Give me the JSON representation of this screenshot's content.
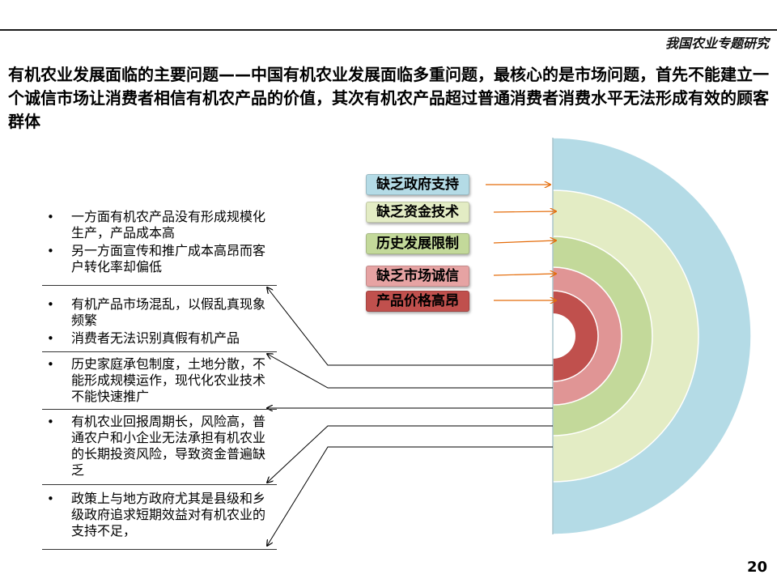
{
  "header": {
    "title": "我国农业专题研究"
  },
  "main": {
    "title": "有机农业发展面临的主要问题——中国有机农业发展面临多重问题，最核心的是市场问题，首先不能建立一个诚信市场让消费者相信有机农产品的价值，其次有机农产品超过普通消费者消费水平无法形成有效的顾客群体"
  },
  "bullets": [
    {
      "items": [
        "一方面有机农产品没有形成规模化生产，产品成本高",
        "另一方面宣传和推广成本高昂而客户转化率却偏低"
      ]
    },
    {
      "items": [
        "有机产品市场混乱，以假乱真现象频繁",
        "消费者无法识别真假有机产品"
      ]
    },
    {
      "items": [
        "历史家庭承包制度，土地分散，不能形成规模运作，现代化农业技术不能快速推广"
      ]
    },
    {
      "items": [
        "有机农业回报周期长，风险高，普通农户和小企业无法承担有机农业的长期投资风险，导致资金普遍缺乏"
      ]
    },
    {
      "items": [
        "政策上与地方政府尤其是县级和乡级政府追求短期效益对有机农业的支持不足，"
      ]
    }
  ],
  "tags": [
    {
      "label": "缺乏政府支持",
      "bg": "#b4dbe6"
    },
    {
      "label": "缺乏资金技术",
      "bg": "#e3ecc4"
    },
    {
      "label": "历史发展限制",
      "bg": "#c3d99a"
    },
    {
      "label": "缺乏市场诚信",
      "bg": "#e6a3a3"
    },
    {
      "label": "产品价格高昂",
      "bg": "#c0504d"
    }
  ],
  "rings": [
    {
      "name": "outer",
      "color": "#b4dbe6"
    },
    {
      "name": "second",
      "color": "#e3ecc4"
    },
    {
      "name": "third",
      "color": "#c3d99a"
    },
    {
      "name": "fourth",
      "color": "#e09595"
    },
    {
      "name": "inner",
      "color": "#c0504d"
    }
  ],
  "colors": {
    "arrow_orange": "#e46c0a",
    "connector": "#000000"
  },
  "page_number": "20"
}
